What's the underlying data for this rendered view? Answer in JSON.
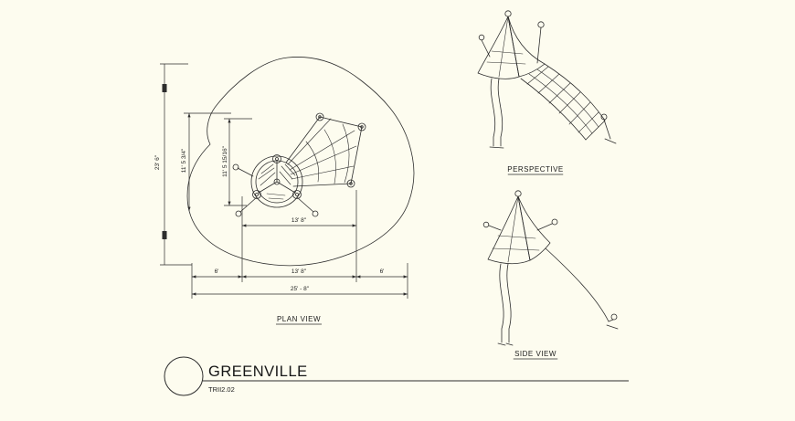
{
  "sheet": {
    "background_color": "#fdfcef",
    "ink_color": "#2d2d2d"
  },
  "plan_view": {
    "label": "PLAN VIEW",
    "dim_total_height": "23' 6\"",
    "dim_height_a": "11' 5 3/4\"",
    "dim_height_b": "11' 5 15/16\"",
    "dim_net_width": "13' 8\"",
    "dim_bottom_left": "6'",
    "dim_bottom_center": "13' 8\"",
    "dim_bottom_right": "6'",
    "dim_total_width": "25' - 8\""
  },
  "perspective_view": {
    "label": "PERSPECTIVE"
  },
  "side_view": {
    "label": "SIDE VIEW"
  },
  "title_block": {
    "title": "GREENVILLE",
    "sheet_number": "TRII2.02"
  }
}
